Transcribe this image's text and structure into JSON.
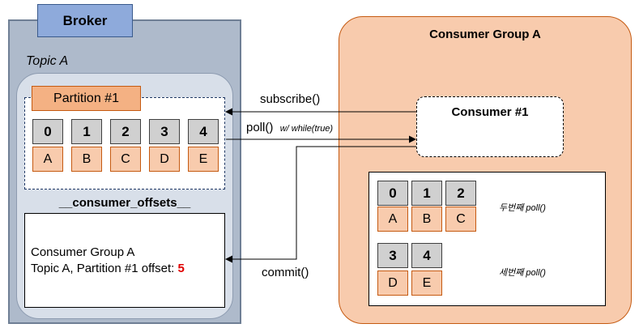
{
  "broker": {
    "title": "Broker",
    "topic_label": "Topic A",
    "partition_label": "Partition #1",
    "offsets": [
      "0",
      "1",
      "2",
      "3",
      "4"
    ],
    "messages": [
      "A",
      "B",
      "C",
      "D",
      "E"
    ],
    "consumer_offsets": {
      "title": "__consumer_offsets__",
      "line1": "Consumer Group A",
      "line2_prefix": "Topic A, Partition #1 offset: ",
      "offset_value": "5"
    }
  },
  "consumer_group": {
    "title": "Consumer Group A",
    "consumer_title": "Consumer #1",
    "second_poll": {
      "offsets": [
        "0",
        "1",
        "2"
      ],
      "messages": [
        "A",
        "B",
        "C"
      ],
      "label": "두번째 poll()"
    },
    "third_poll": {
      "offsets": [
        "3",
        "4"
      ],
      "messages": [
        "D",
        "E"
      ],
      "label": "세번째 poll()"
    }
  },
  "arrows": {
    "subscribe": "subscribe()",
    "poll": "poll()",
    "poll_note": "w/ while(true)",
    "commit": "commit()"
  }
}
